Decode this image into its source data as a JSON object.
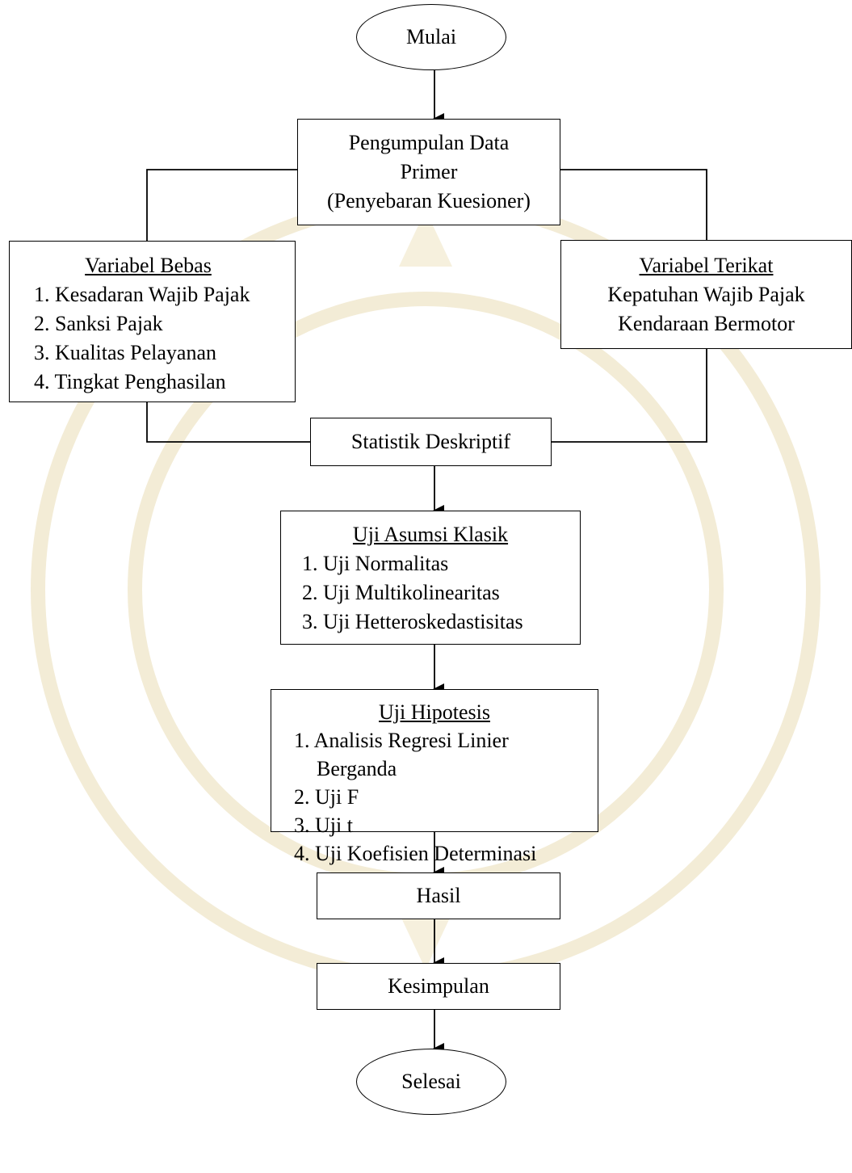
{
  "flowchart": {
    "start": "Mulai",
    "data_collection": {
      "lines": [
        "Pengumpulan Data",
        "Primer",
        "(Penyebaran Kuesioner)"
      ]
    },
    "independent_vars": {
      "title": "Variabel Bebas",
      "items": [
        "1. Kesadaran Wajib Pajak",
        "2. Sanksi Pajak",
        "3. Kualitas Pelayanan",
        "4. Tingkat Penghasilan"
      ]
    },
    "dependent_var": {
      "title": "Variabel Terikat",
      "lines": [
        "Kepatuhan Wajib Pajak",
        "Kendaraan Bermotor"
      ]
    },
    "descriptive": "Statistik Deskriptif",
    "classic_assumption": {
      "title": "Uji Asumsi Klasik",
      "items": [
        "1. Uji Normalitas",
        "2. Uji Multikolinearitas",
        "3. Uji Hetteroskedastisitas"
      ]
    },
    "hypothesis": {
      "title": "Uji Hipotesis",
      "items": [
        "1. Analisis Regresi Linier",
        "Berganda",
        "2. Uji F",
        "3. Uji t",
        "4. Uji Koefisien Determinasi"
      ]
    },
    "result": "Hasil",
    "conclusion": "Kesimpulan",
    "end": "Selesai"
  },
  "colors": {
    "stroke": "#000000",
    "watermark": "#f3ecd6"
  }
}
